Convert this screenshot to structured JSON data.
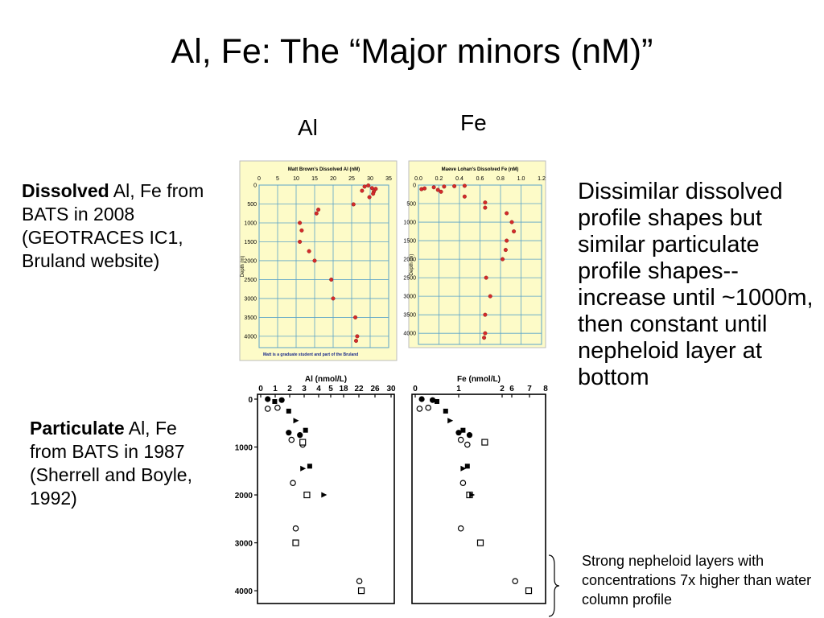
{
  "title": "Al, Fe: The “Major minors (nM)”",
  "column_labels": {
    "al": "Al",
    "fe": "Fe"
  },
  "dissolved_caption": {
    "bold": "Dissolved",
    "rest": " Al, Fe from BATS in 2008 (GEOTRACES IC1, Bruland website)"
  },
  "particulate_caption": {
    "bold": "Particulate",
    "rest": " Al, Fe from BATS in 1987 (Sherrell and Boyle, 1992)"
  },
  "summary": "Dissimilar dissolved profile shapes but similar particulate profile shapes--increase until ~1000m, then constant until nepheloid layer at bottom",
  "note": "Strong nepheloid layers with concentrations 7x higher than water column profile",
  "colors": {
    "dissolved_marker": "#d42a2a",
    "panel_bg": "#fdfbc8",
    "grid": "#5aa3c9"
  },
  "chart_data": [
    {
      "type": "scatter",
      "title": "Matt Brown's Dissolved Al (nM)",
      "xlabel": "",
      "ylabel": "Depth (m)",
      "xlim": [
        0,
        35
      ],
      "ylim": [
        0,
        4300
      ],
      "x_ticks": [
        "0",
        "5",
        "10",
        "15",
        "20",
        "25",
        "30",
        "35"
      ],
      "y_ticks": [
        "0",
        "500",
        "1000",
        "1500",
        "2000",
        "2500",
        "3000",
        "3500",
        "4000"
      ],
      "footnote": "Matt is a graduate student and part of the Bruland",
      "points": [
        {
          "x": 29.5,
          "y": 10
        },
        {
          "x": 28.5,
          "y": 40
        },
        {
          "x": 30.5,
          "y": 80
        },
        {
          "x": 31.5,
          "y": 100
        },
        {
          "x": 27.8,
          "y": 150
        },
        {
          "x": 31,
          "y": 170
        },
        {
          "x": 30.8,
          "y": 230
        },
        {
          "x": 29.8,
          "y": 320
        },
        {
          "x": 25.5,
          "y": 510
        },
        {
          "x": 16,
          "y": 650
        },
        {
          "x": 15.5,
          "y": 750
        },
        {
          "x": 11,
          "y": 1000
        },
        {
          "x": 11.5,
          "y": 1200
        },
        {
          "x": 11,
          "y": 1500
        },
        {
          "x": 13.5,
          "y": 1750
        },
        {
          "x": 15,
          "y": 2000
        },
        {
          "x": 19.5,
          "y": 2500
        },
        {
          "x": 20,
          "y": 3000
        },
        {
          "x": 26,
          "y": 3500
        },
        {
          "x": 26.5,
          "y": 4000
        },
        {
          "x": 26.2,
          "y": 4120
        }
      ]
    },
    {
      "type": "scatter",
      "title": "Maeve Lohan's Dissolved Fe (nM)",
      "xlabel": "",
      "ylabel": "Depth (m)",
      "xlim": [
        0,
        1.2
      ],
      "ylim": [
        0,
        4300
      ],
      "x_ticks": [
        "0.0",
        "0.2",
        "0.4",
        "0.6",
        "0.8",
        "1.0",
        "1.2"
      ],
      "y_ticks": [
        "0",
        "500",
        "1000",
        "1500",
        "2000",
        "2500",
        "3000",
        "3500",
        "4000"
      ],
      "points": [
        {
          "x": 0.03,
          "y": 110
        },
        {
          "x": 0.06,
          "y": 90
        },
        {
          "x": 0.15,
          "y": 60
        },
        {
          "x": 0.19,
          "y": 130
        },
        {
          "x": 0.25,
          "y": 40
        },
        {
          "x": 0.35,
          "y": 30
        },
        {
          "x": 0.45,
          "y": 20
        },
        {
          "x": 0.22,
          "y": 180
        },
        {
          "x": 0.45,
          "y": 310
        },
        {
          "x": 0.65,
          "y": 470
        },
        {
          "x": 0.65,
          "y": 610
        },
        {
          "x": 0.86,
          "y": 760
        },
        {
          "x": 0.91,
          "y": 1000
        },
        {
          "x": 0.93,
          "y": 1250
        },
        {
          "x": 0.86,
          "y": 1500
        },
        {
          "x": 0.85,
          "y": 1750
        },
        {
          "x": 0.82,
          "y": 2000
        },
        {
          "x": 0.66,
          "y": 2500
        },
        {
          "x": 0.7,
          "y": 3000
        },
        {
          "x": 0.65,
          "y": 3500
        },
        {
          "x": 0.65,
          "y": 4000
        },
        {
          "x": 0.64,
          "y": 4120
        }
      ]
    },
    {
      "type": "scatter",
      "title": "Al (nmol/L)",
      "xlabel": "Al (nmol/L)",
      "ylabel": "",
      "x_ticks": [
        "0",
        "1",
        "2",
        "3",
        "4",
        "5",
        "18",
        "22",
        "26",
        "30"
      ],
      "y_ticks": [
        "0",
        "1000",
        "2000",
        "3000",
        "4000"
      ],
      "ylim": [
        0,
        4200
      ],
      "series": [
        {
          "marker": "circle-open",
          "points": [
            {
              "x": 0.5,
              "y": 200
            },
            {
              "x": 1.2,
              "y": 180
            },
            {
              "x": 2.2,
              "y": 850
            },
            {
              "x": 3,
              "y": 950
            },
            {
              "x": 2.3,
              "y": 1750
            },
            {
              "x": 2.5,
              "y": 2700
            },
            {
              "x": 22,
              "y": 3800
            }
          ]
        },
        {
          "marker": "circle-filled",
          "points": [
            {
              "x": 0.5,
              "y": 0
            },
            {
              "x": 1.5,
              "y": 20
            },
            {
              "x": 2,
              "y": 700
            },
            {
              "x": 2.8,
              "y": 750
            }
          ]
        },
        {
          "marker": "square-open",
          "points": [
            {
              "x": 3,
              "y": 900
            },
            {
              "x": 3.3,
              "y": 2000
            },
            {
              "x": 2.5,
              "y": 3000
            },
            {
              "x": 22.5,
              "y": 4000
            }
          ]
        },
        {
          "marker": "square-filled",
          "points": [
            {
              "x": 1,
              "y": 50
            },
            {
              "x": 2,
              "y": 250
            },
            {
              "x": 3.2,
              "y": 650
            },
            {
              "x": 3.5,
              "y": 1400
            }
          ]
        },
        {
          "marker": "triangle-filled",
          "points": [
            {
              "x": 2.5,
              "y": 450
            },
            {
              "x": 3,
              "y": 1450
            },
            {
              "x": 4.5,
              "y": 2000
            }
          ]
        }
      ]
    },
    {
      "type": "scatter",
      "title": "Fe (nmol/L)",
      "xlabel": "Fe (nmol/L)",
      "ylabel": "",
      "x_ticks": [
        "0",
        "1",
        "2",
        "6",
        "7",
        "8"
      ],
      "y_ticks": [
        "0",
        "1000",
        "2000",
        "3000",
        "4000"
      ],
      "ylim": [
        0,
        4200
      ],
      "series": [
        {
          "marker": "circle-open",
          "points": [
            {
              "x": 0.1,
              "y": 200
            },
            {
              "x": 0.3,
              "y": 180
            },
            {
              "x": 1.05,
              "y": 850
            },
            {
              "x": 1.2,
              "y": 950
            },
            {
              "x": 1.1,
              "y": 1750
            },
            {
              "x": 1.05,
              "y": 2700
            },
            {
              "x": 6.2,
              "y": 3800
            }
          ]
        },
        {
          "marker": "circle-filled",
          "points": [
            {
              "x": 0.15,
              "y": 0
            },
            {
              "x": 0.4,
              "y": 20
            },
            {
              "x": 1.0,
              "y": 700
            },
            {
              "x": 1.25,
              "y": 750
            }
          ]
        },
        {
          "marker": "square-open",
          "points": [
            {
              "x": 1.6,
              "y": 900
            },
            {
              "x": 1.25,
              "y": 2000
            },
            {
              "x": 1.5,
              "y": 3000
            },
            {
              "x": 7.0,
              "y": 4000
            }
          ]
        },
        {
          "marker": "square-filled",
          "points": [
            {
              "x": 0.5,
              "y": 50
            },
            {
              "x": 0.7,
              "y": 250
            },
            {
              "x": 1.1,
              "y": 650
            },
            {
              "x": 1.2,
              "y": 1400
            }
          ]
        },
        {
          "marker": "triangle-filled",
          "points": [
            {
              "x": 0.8,
              "y": 450
            },
            {
              "x": 1.1,
              "y": 1450
            },
            {
              "x": 1.3,
              "y": 2000
            }
          ]
        }
      ]
    }
  ]
}
